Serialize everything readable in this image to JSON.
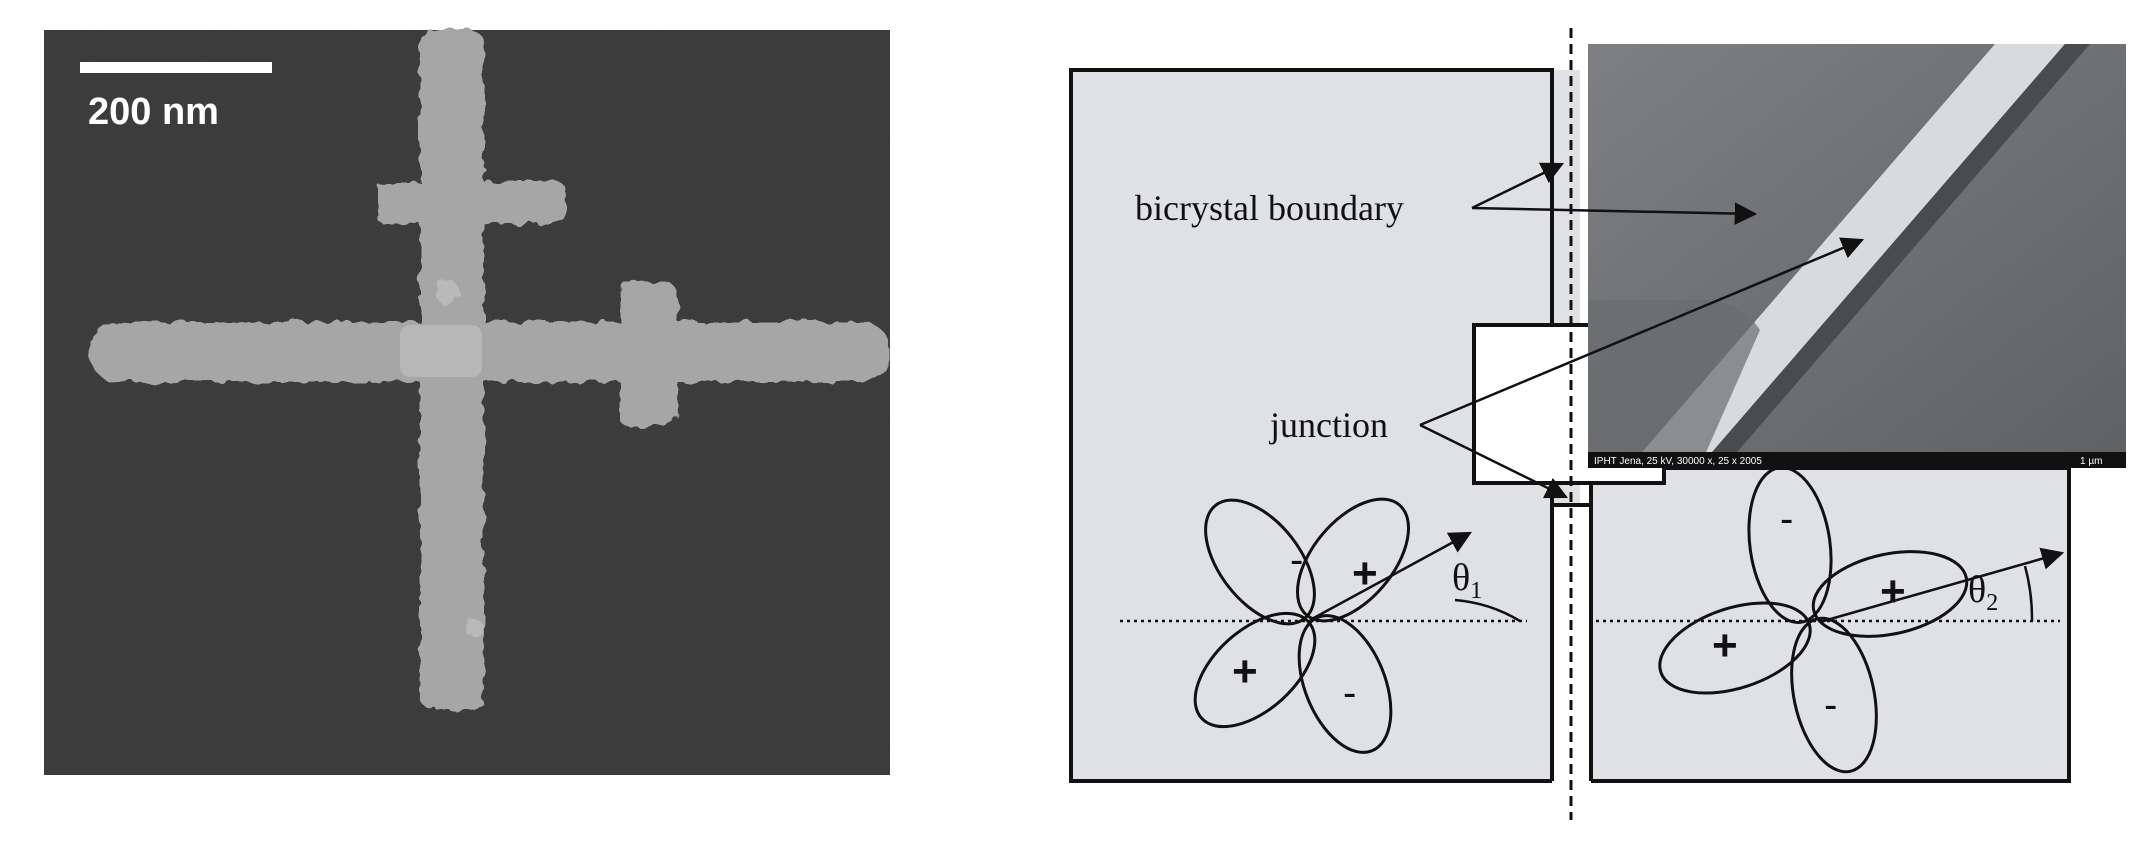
{
  "left_panel": {
    "scale_bar_label": "200 nm"
  },
  "right_panel": {
    "label_boundary": "bicrystal boundary",
    "label_junction": "junction",
    "angle_left": {
      "symbol": "θ",
      "subscript": "1"
    },
    "angle_right": {
      "symbol": "θ",
      "subscript": "2"
    },
    "left_lobes": {
      "upper_left": "-",
      "upper_right": "+",
      "lower_left": "+",
      "lower_right": "-"
    },
    "right_lobes": {
      "top": "-",
      "right": "+",
      "left": "+",
      "bottom": "-"
    },
    "inset_footer_left": "IPHT Jena, 25 kV, 30000 x, 25 x 2005",
    "inset_footer_right": "1 µm"
  },
  "colors": {
    "sem_background": "#3c3c3c",
    "sem_wire": "#a6a6a6",
    "substrate_fill": "#dfe1e4",
    "line": "#111111"
  }
}
